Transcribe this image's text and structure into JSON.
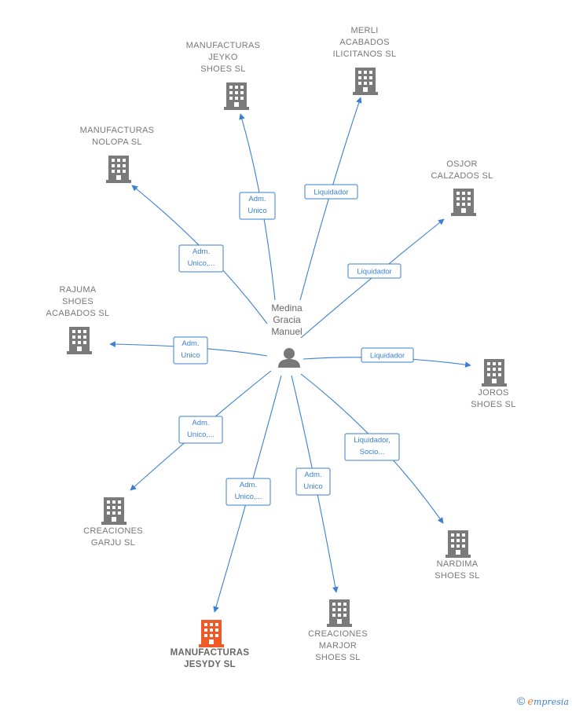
{
  "center": {
    "name_lines": [
      "Medina",
      "Gracia",
      "Manuel"
    ],
    "icon": "person-icon",
    "color": "#777777"
  },
  "nodes": [
    {
      "id": "jeyko",
      "lines": [
        "MANUFACTURAS",
        "JEYKO",
        "SHOES  SL"
      ],
      "icon": "building-icon",
      "highlight": false
    },
    {
      "id": "merli",
      "lines": [
        "MERLI",
        "ACABADOS",
        "ILICITANOS SL"
      ],
      "icon": "building-icon",
      "highlight": false
    },
    {
      "id": "nolopa",
      "lines": [
        "MANUFACTURAS",
        "NOLOPA  SL"
      ],
      "icon": "building-icon",
      "highlight": false
    },
    {
      "id": "osjor",
      "lines": [
        "OSJOR",
        "CALZADOS SL"
      ],
      "icon": "building-icon",
      "highlight": false
    },
    {
      "id": "rajuma",
      "lines": [
        "RAJUMA",
        "SHOES",
        "ACABADOS SL"
      ],
      "icon": "building-icon",
      "highlight": false
    },
    {
      "id": "joros",
      "lines": [
        "JOROS",
        "SHOES  SL"
      ],
      "icon": "building-icon",
      "highlight": false
    },
    {
      "id": "garju",
      "lines": [
        "CREACIONES",
        "GARJU  SL"
      ],
      "icon": "building-icon",
      "highlight": false
    },
    {
      "id": "nardima",
      "lines": [
        "NARDIMA",
        "SHOES SL"
      ],
      "icon": "building-icon",
      "highlight": false
    },
    {
      "id": "majorc",
      "lines": [
        "CREACIONES",
        "MARJOR",
        "SHOES  SL"
      ],
      "icon": "building-icon",
      "highlight": false
    },
    {
      "id": "jesydy",
      "lines": [
        "MANUFACTURAS",
        "JESYDY  SL"
      ],
      "icon": "building-icon",
      "highlight": true
    }
  ],
  "edges": [
    {
      "to": "jeyko",
      "label_lines": [
        "Adm.",
        "Unico"
      ]
    },
    {
      "to": "merli",
      "label_lines": [
        "Liquidador"
      ]
    },
    {
      "to": "nolopa",
      "label_lines": [
        "Adm.",
        "Unico,..."
      ]
    },
    {
      "to": "osjor",
      "label_lines": [
        "Liquidador"
      ]
    },
    {
      "to": "rajuma",
      "label_lines": [
        "Adm.",
        "Unico"
      ]
    },
    {
      "to": "joros",
      "label_lines": [
        "Liquidador"
      ]
    },
    {
      "to": "garju",
      "label_lines": [
        "Adm.",
        "Unico,..."
      ]
    },
    {
      "to": "nardima",
      "label_lines": [
        "Liquidador,",
        "Socio..."
      ]
    },
    {
      "to": "majorc",
      "label_lines": [
        "Adm.",
        "Unico"
      ]
    },
    {
      "to": "jesydy",
      "label_lines": [
        "Adm.",
        "Unico,..."
      ]
    }
  ],
  "colors": {
    "edge": "#3a7fd5",
    "building": "#7a7a7a",
    "highlight": "#f05a28"
  },
  "footer": {
    "copyright": "©",
    "brand_e": "e",
    "brand_rest": "mpresia"
  }
}
